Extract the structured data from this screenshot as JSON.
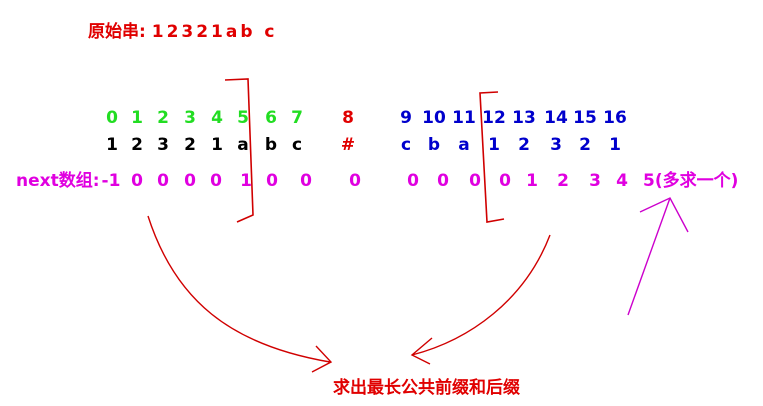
{
  "original_string": {
    "label": "原始串:",
    "value": "12321ab c"
  },
  "index_row": {
    "left": [
      "0",
      "1",
      "2",
      "3",
      "4",
      "5",
      "6",
      "7"
    ],
    "separator": "8",
    "right": [
      "9",
      "10",
      "11",
      "12",
      "13",
      "14",
      "15",
      "16"
    ]
  },
  "char_row": {
    "left": [
      "1",
      "2",
      "3",
      "2",
      "1",
      "a",
      "b",
      "c"
    ],
    "separator": "#",
    "right": [
      "c",
      "b",
      "a",
      "1",
      "2",
      "3",
      "2",
      "1"
    ]
  },
  "next_row": {
    "label": "next数组:",
    "values": [
      "-1",
      "0",
      "0",
      "0",
      "0",
      "1",
      "0",
      "0",
      "0",
      "0",
      "0",
      "0",
      "0",
      "1",
      "2",
      "3",
      "4"
    ],
    "last": "5(多求一个)"
  },
  "caption": "求出最长公共前缀和后缀",
  "colors": {
    "red": "#e00000",
    "green": "#22dd22",
    "blue": "#0000cc",
    "magenta": "#e000e0",
    "black": "#000000"
  }
}
